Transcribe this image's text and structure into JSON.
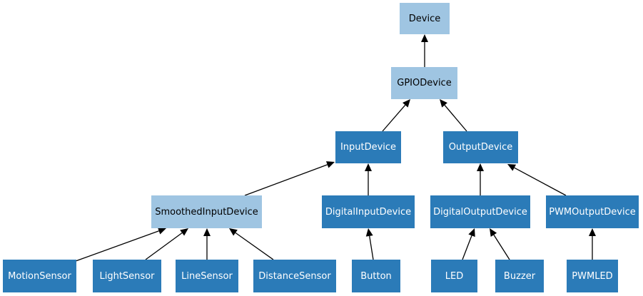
{
  "diagram": {
    "colors": {
      "abstract_fill": "#9fc5e2",
      "concrete_fill": "#2b7bb8",
      "edge": "#000000"
    },
    "nodes": [
      {
        "id": "device",
        "label": "Device",
        "style": "abstract"
      },
      {
        "id": "gpio",
        "label": "GPIODevice",
        "style": "abstract"
      },
      {
        "id": "input",
        "label": "InputDevice",
        "style": "concrete"
      },
      {
        "id": "output",
        "label": "OutputDevice",
        "style": "concrete"
      },
      {
        "id": "smoothed",
        "label": "SmoothedInputDevice",
        "style": "abstract"
      },
      {
        "id": "digitalinput",
        "label": "DigitalInputDevice",
        "style": "concrete"
      },
      {
        "id": "digitaloutput",
        "label": "DigitalOutputDevice",
        "style": "concrete"
      },
      {
        "id": "pwmoutput",
        "label": "PWMOutputDevice",
        "style": "concrete"
      },
      {
        "id": "motion",
        "label": "MotionSensor",
        "style": "concrete"
      },
      {
        "id": "light",
        "label": "LightSensor",
        "style": "concrete"
      },
      {
        "id": "line",
        "label": "LineSensor",
        "style": "concrete"
      },
      {
        "id": "distance",
        "label": "DistanceSensor",
        "style": "concrete"
      },
      {
        "id": "button",
        "label": "Button",
        "style": "concrete"
      },
      {
        "id": "led",
        "label": "LED",
        "style": "concrete"
      },
      {
        "id": "buzzer",
        "label": "Buzzer",
        "style": "concrete"
      },
      {
        "id": "pwmled",
        "label": "PWMLED",
        "style": "concrete"
      }
    ],
    "edges": [
      {
        "from": "gpio",
        "to": "device"
      },
      {
        "from": "input",
        "to": "gpio"
      },
      {
        "from": "output",
        "to": "gpio"
      },
      {
        "from": "smoothed",
        "to": "input"
      },
      {
        "from": "digitalinput",
        "to": "input"
      },
      {
        "from": "digitaloutput",
        "to": "output"
      },
      {
        "from": "pwmoutput",
        "to": "output"
      },
      {
        "from": "motion",
        "to": "smoothed"
      },
      {
        "from": "light",
        "to": "smoothed"
      },
      {
        "from": "line",
        "to": "smoothed"
      },
      {
        "from": "distance",
        "to": "smoothed"
      },
      {
        "from": "button",
        "to": "digitalinput"
      },
      {
        "from": "led",
        "to": "digitaloutput"
      },
      {
        "from": "buzzer",
        "to": "digitaloutput"
      },
      {
        "from": "pwmled",
        "to": "pwmoutput"
      }
    ]
  }
}
